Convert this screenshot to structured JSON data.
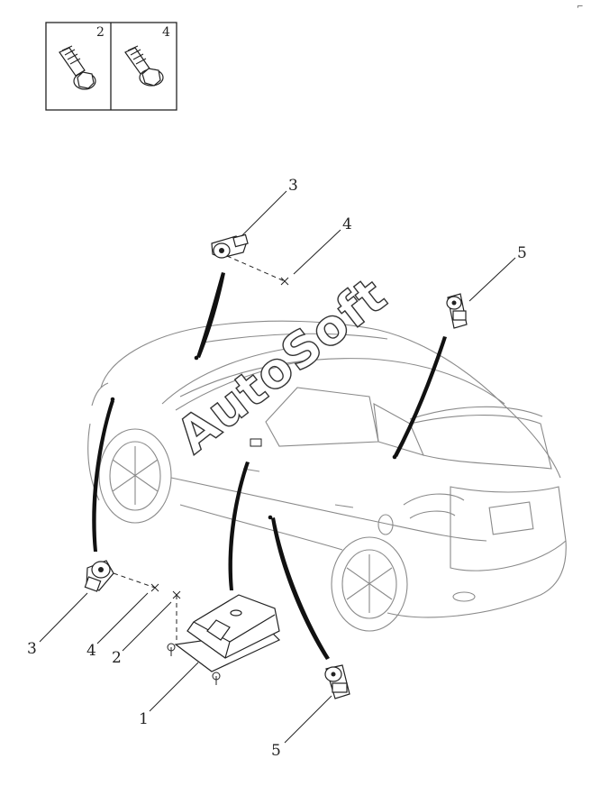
{
  "inset": {
    "cells": [
      {
        "number": "2",
        "icon": "flange-bolt-icon"
      },
      {
        "number": "4",
        "icon": "flange-bolt-icon"
      }
    ]
  },
  "callouts": {
    "c1": "1",
    "c2": "2",
    "c3_top": "3",
    "c3_left": "3",
    "c4_top": "4",
    "c4_left": "4",
    "c5_top": "5",
    "c5_bottom": "5"
  },
  "watermark": "AutoSoft",
  "corner_mark": "⌐"
}
